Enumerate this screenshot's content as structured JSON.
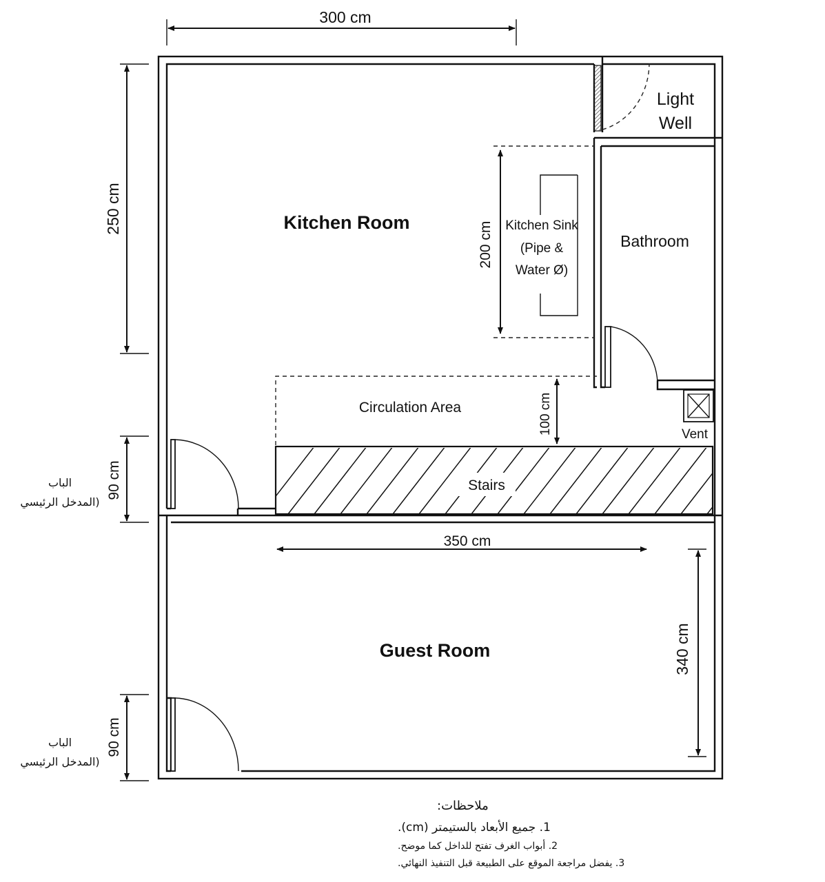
{
  "rooms": {
    "kitchen": "Kitchen Room",
    "bathroom": "Bathroom",
    "light_well_line1": "Light",
    "light_well_line2": "Well",
    "guest": "Guest Room",
    "circulation": "Circulation Area",
    "stairs": "Stairs",
    "vent": "Vent"
  },
  "sink": {
    "line1": "Kitchen Sink",
    "line2": "(Pipe &",
    "line3": "Water Ø)"
  },
  "dimensions": {
    "top_width": "300 cm",
    "kitchen_height": "250 cm",
    "sink_length": "200 cm",
    "circulation_depth": "100 cm",
    "door_upper": "90 cm",
    "guest_width": "350 cm",
    "guest_height": "340 cm",
    "door_lower": "90 cm"
  },
  "doors": {
    "upper_line1": "الباب",
    "upper_line2": "(المدخل الرئيسي",
    "lower_line1": "الباب",
    "lower_line2": "(المدخل الرئيسي"
  },
  "notes": {
    "title": "ملاحظات:",
    "items": [
      "1. جميع الأبعاد بالستيمتر (cm).",
      "2. أبواب الغرف تفتح للداخل كما موضح.",
      "3. يفضل مراجعة الموقع على الطبيعة قبل التنفيذ النهائي."
    ]
  }
}
